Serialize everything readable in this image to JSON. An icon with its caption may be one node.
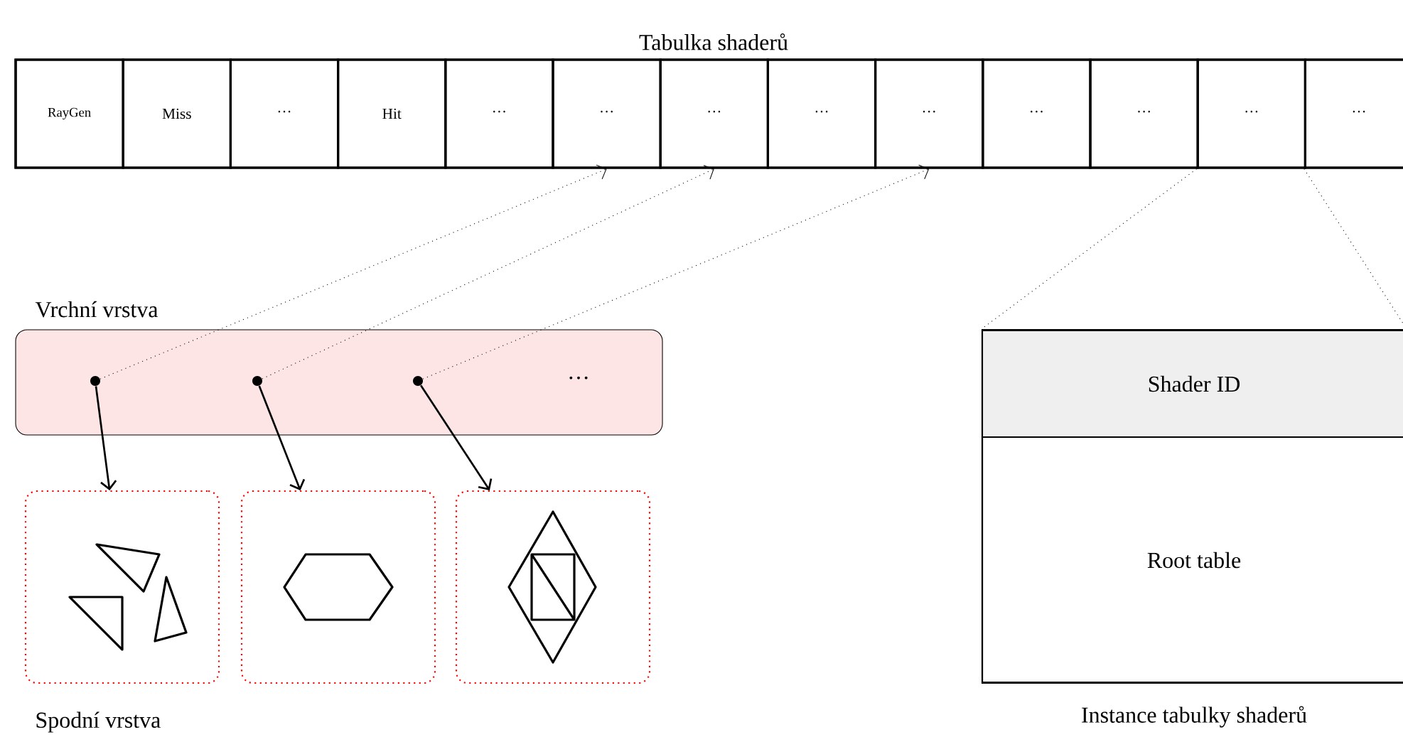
{
  "diagram": {
    "nodes": [
      {
        "text": [
          "Tabulka shaderů"
        ]
      },
      {
        "text": [
          "RayGen"
        ],
        "in": 0
      },
      {
        "text": [
          "Miss"
        ],
        "in": 0
      },
      {
        "text": [
          "···"
        ],
        "in": 0
      },
      {
        "text": [
          "Hit"
        ],
        "in": 0
      },
      {
        "text": [
          "···"
        ],
        "in": 0
      },
      {
        "text": [
          "···"
        ],
        "in": 0
      },
      {
        "text": [
          "···"
        ],
        "in": 0
      },
      {
        "text": [
          "···"
        ],
        "in": 0
      },
      {
        "text": [
          "···"
        ],
        "in": 0
      },
      {
        "text": [
          "···"
        ],
        "in": 0
      },
      {
        "text": [
          "···"
        ],
        "in": 0
      },
      {
        "text": [
          "···"
        ],
        "in": 0
      },
      {
        "text": [
          "···"
        ],
        "in": 0
      },
      {
        "text": [
          "Vrchní vrstva",
          "···"
        ]
      },
      {
        "text": [],
        "shape": "circle",
        "in": 14
      },
      {
        "text": [],
        "shape": "circle",
        "in": 14
      },
      {
        "text": [],
        "shape": "circle",
        "in": 14
      },
      {
        "text": [],
        "shape": "box"
      },
      {
        "text": [],
        "shape": "box"
      },
      {
        "text": [],
        "shape": "box"
      },
      {
        "text": [
          "Instance tabulky shaderů"
        ]
      },
      {
        "text": [
          "Shader ID"
        ],
        "in": 21
      },
      {
        "text": [
          "Root table"
        ],
        "in": 21
      }
    ],
    "edges": [
      {
        "from": 15,
        "to": 6,
        "arrow": "to",
        "style": "dashed"
      },
      {
        "from": 16,
        "to": 7,
        "arrow": "to",
        "style": "dashed"
      },
      {
        "from": 17,
        "to": 9,
        "arrow": "to",
        "style": "dashed"
      },
      {
        "from": 15,
        "to": 18,
        "arrow": "to"
      },
      {
        "from": 16,
        "to": 19,
        "arrow": "to"
      },
      {
        "from": 17,
        "to": 20,
        "arrow": "to"
      },
      {
        "from": 12,
        "to": 21,
        "arrow": "none",
        "style": "dashed"
      },
      {
        "from": 13,
        "to": 21,
        "arrow": "none",
        "style": "dashed"
      }
    ],
    "labels": [
      "Spodní vrstva"
    ]
  }
}
